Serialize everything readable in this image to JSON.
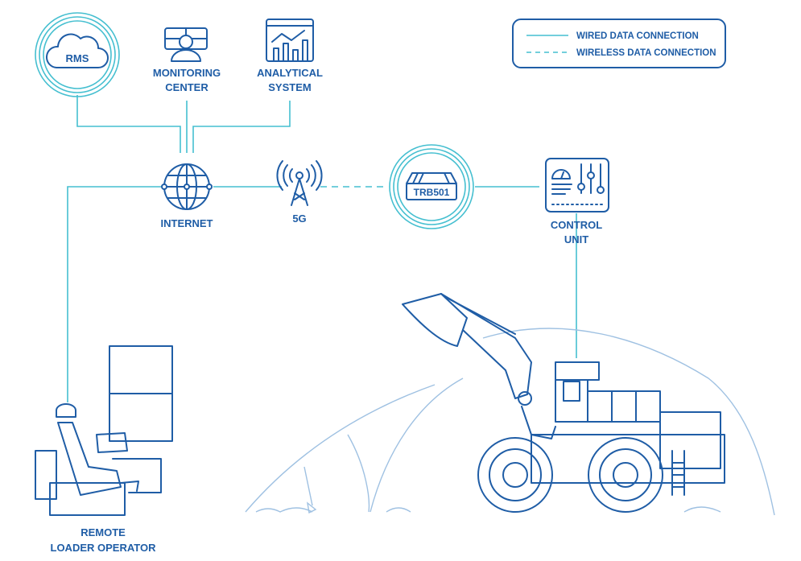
{
  "legend": {
    "wired": "WIRED DATA CONNECTION",
    "wireless": "WIRELESS DATA CONNECTION"
  },
  "nodes": {
    "rms": "RMS",
    "monitoring": [
      "MONITORING",
      "CENTER"
    ],
    "analytical": [
      "ANALYTICAL",
      "SYSTEM"
    ],
    "internet": "INTERNET",
    "fiveg": "5G",
    "router": "TRB501",
    "control": [
      "CONTROL",
      "UNIT"
    ],
    "operator": [
      "REMOTE",
      "LOADER OPERATOR"
    ]
  },
  "colors": {
    "dark": "#1f5da6",
    "wired": "#45bfd0",
    "terrain": "#9fc1e2"
  }
}
